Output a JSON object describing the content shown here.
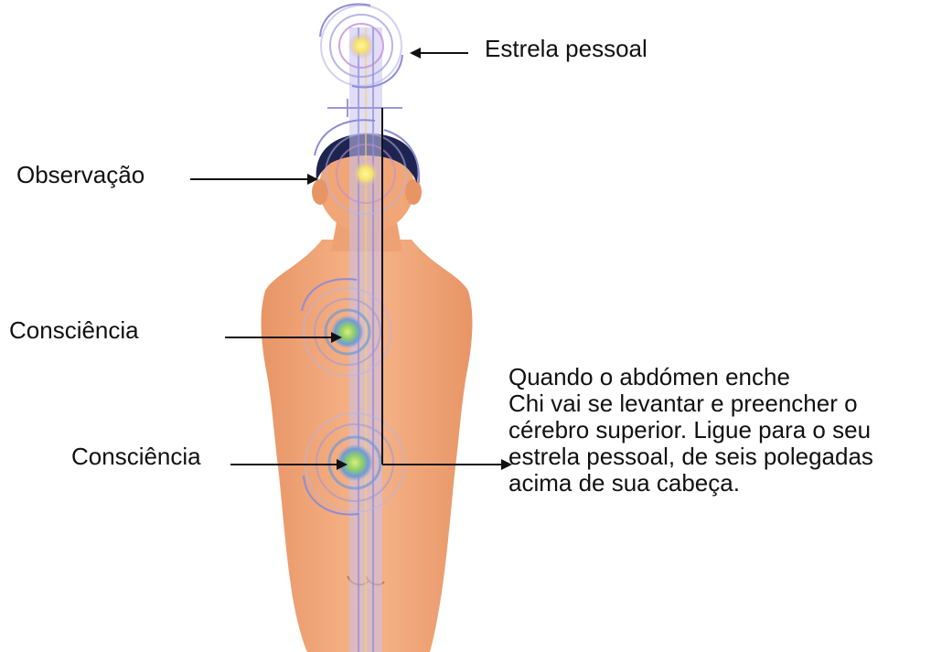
{
  "labels": {
    "personal_star": "Estrela pessoal",
    "observation": "Observação",
    "consciousness_heart": "Consciência",
    "consciousness_navel": "Consciência"
  },
  "description": {
    "lines": [
      "Quando o abdómen enche",
      "Chi vai se levantar e preencher o",
      "cérebro superior. Ligue para o seu",
      "estrela pessoal, de seis polegadas",
      "acima de sua cabeça."
    ]
  },
  "colors": {
    "skin": "#f2a877",
    "skin_shadow": "#e08a57",
    "hair": "#1e2450",
    "channel": "#a7a2dc",
    "energy_center": "#f6e36a",
    "spiral_ring": "#8e8cd6",
    "arrow": "#111111"
  },
  "icons": {
    "human_figure": "human-figure-icon",
    "energy_spiral": "energy-spiral-icon"
  }
}
